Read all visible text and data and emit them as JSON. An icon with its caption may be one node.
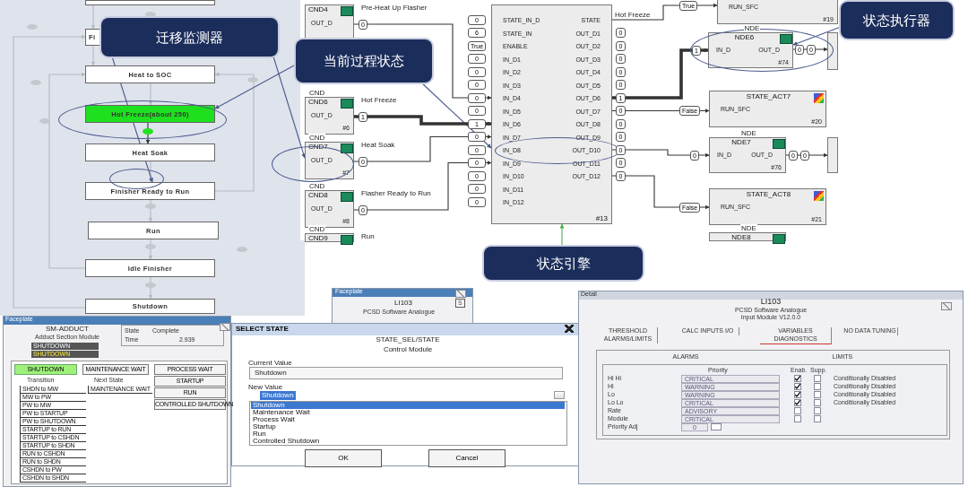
{
  "diagram": {
    "nodes": [
      {
        "text": [
          "迁移监测器"
        ]
      },
      {
        "text": [
          "当前过程状态"
        ]
      },
      {
        "text": [
          "状态执行器"
        ]
      },
      {
        "text": [
          "状态引擎"
        ]
      },
      {
        "text": [],
        "shape": "box"
      },
      {
        "text": [
          "Fi"
        ]
      },
      {
        "text": [
          "Heat to SOC"
        ]
      },
      {
        "text": [
          "Hot Freeze(about 250)"
        ]
      },
      {
        "text": [
          "Heat Soak"
        ]
      },
      {
        "text": [
          "Finisher Ready to Run"
        ]
      },
      {
        "text": [
          "Run"
        ]
      },
      {
        "text": [
          "Idle Finisher"
        ]
      },
      {
        "text": [
          "Shutdown"
        ]
      },
      {
        "text": [
          "CND4",
          "OUT_D"
        ],
        "beside": [
          "Pre-Heat Up Flasher"
        ]
      },
      {
        "text": [
          "CND6",
          "OUT_D",
          "#6"
        ],
        "beside": [
          "CND",
          "Hot Freeze"
        ]
      },
      {
        "text": [
          "CND7",
          "OUT_D",
          "#7"
        ],
        "beside": [
          "CND",
          "Heat Soak"
        ]
      },
      {
        "text": [
          "CND8",
          "OUT_D",
          "#8"
        ],
        "beside": [
          "CND",
          "Flasher Ready to Run"
        ]
      },
      {
        "text": [
          "CND9"
        ],
        "beside": [
          "CND",
          "Run"
        ]
      },
      {
        "text": [
          "STATE_IN_D",
          "STATE_IN",
          "ENABLE",
          "IN_D1",
          "IN_D2",
          "IN_D3",
          "IN_D4",
          "IN_D5",
          "IN_D6",
          "IN_D7",
          "IN_D8",
          "IN_D9",
          "IN_D10",
          "IN_D11",
          "IN_D12",
          "STATE",
          "OUT_D1",
          "OUT_D2",
          "OUT_D3",
          "OUT_D4",
          "OUT_D5",
          "OUT_D6",
          "OUT_D7",
          "OUT_D8",
          "OUT_D9",
          "OUT_D10",
          "OUT_D11",
          "OUT_D12",
          "#13"
        ]
      },
      {
        "text": [
          "RUN_SFC",
          "#19"
        ]
      },
      {
        "text": [
          "NDE6",
          "IN_D",
          "OUT_D",
          "#74"
        ],
        "beside": [
          "NDE"
        ]
      },
      {
        "text": [],
        "shape": "box"
      },
      {
        "text": [
          "STATE_ACT7",
          "RUN_SFC",
          "#20"
        ]
      },
      {
        "text": [
          "NDE7",
          "IN_D",
          "OUT_D",
          "#76"
        ],
        "beside": [
          "NDE"
        ]
      },
      {
        "text": [],
        "shape": "box"
      },
      {
        "text": [
          "STATE_ACT8",
          "RUN_SFC",
          "#21"
        ]
      },
      {
        "text": [
          "NDE8"
        ],
        "beside": [
          "NDE"
        ]
      }
    ],
    "edges": [
      {
        "from": 4,
        "to": 5,
        "arrow": "to",
        "color": "#b5b9c2"
      },
      {
        "from": 5,
        "to": 6,
        "arrow": "to",
        "color": "#b5b9c2"
      },
      {
        "from": 6,
        "to": 7,
        "arrow": "to",
        "color": "#b5b9c2"
      },
      {
        "from": 7,
        "to": 8,
        "arrow": "to"
      },
      {
        "from": 8,
        "to": 9,
        "arrow": "to",
        "color": "#b5b9c2"
      },
      {
        "from": 9,
        "to": 10,
        "arrow": "to",
        "color": "#b5b9c2"
      },
      {
        "from": 10,
        "to": 11,
        "arrow": "to",
        "color": "#b5b9c2"
      },
      {
        "from": 11,
        "to": 12,
        "arrow": "to",
        "color": "#b5b9c2"
      },
      {
        "from": 11,
        "to": 6,
        "arrow": "to",
        "color": "#b5b9c2"
      },
      {
        "from": 9,
        "to": 6,
        "arrow": "to",
        "color": "#b5b9c2"
      },
      {
        "from": 12,
        "to": 5,
        "arrow": "to",
        "color": "#b5b9c2"
      },
      {
        "from": 0,
        "to": 9,
        "arrow": "to",
        "color": "#4a5a8c"
      },
      {
        "from": 0,
        "to": 15,
        "arrow": "to",
        "color": "#4a5a8c"
      },
      {
        "from": 1,
        "to": 7,
        "arrow": "to",
        "color": "#4a5a8c"
      },
      {
        "from": 1,
        "to": 18,
        "arrow": "to",
        "color": "#4a5a8c"
      },
      {
        "from": 2,
        "to": 20,
        "arrow": "to",
        "color": "#4a5a8c"
      },
      {
        "from": 3,
        "to": 18,
        "arrow": "to",
        "color": "#4caf50"
      },
      {
        "from": 13,
        "to": 18,
        "arrow": "to",
        "label": "0"
      },
      {
        "from": 14,
        "to": 18,
        "arrow": "to",
        "label": "1",
        "style": "thick"
      },
      {
        "from": 15,
        "to": 18,
        "arrow": "to",
        "label": "0"
      },
      {
        "from": 16,
        "to": 18,
        "arrow": "to",
        "label": "0"
      },
      {
        "from": 18,
        "to": 19,
        "arrow": "to",
        "label": "True"
      },
      {
        "from": 18,
        "to": 20,
        "arrow": "to",
        "label": "1",
        "style": "thick"
      },
      {
        "from": 18,
        "to": 22,
        "arrow": "to",
        "label": "False"
      },
      {
        "from": 18,
        "to": 23,
        "arrow": "to",
        "label": "0"
      },
      {
        "from": 18,
        "to": 25,
        "arrow": "to",
        "label": "False"
      },
      {
        "from": 20,
        "to": 21,
        "arrow": "to"
      },
      {
        "from": 23,
        "to": 24,
        "arrow": "to"
      }
    ],
    "labels": [
      "Hot Freeze",
      "0",
      "6",
      "True",
      "0",
      "0",
      "0",
      "0",
      "0",
      "1",
      "0",
      "0",
      "0",
      "0",
      "0",
      "0",
      "0",
      "0",
      "0",
      "0",
      "0",
      "1",
      "0",
      "0",
      "0",
      "0",
      "0",
      "0",
      "0",
      "0",
      "0",
      "0",
      "Faceplate",
      "LI103",
      "PCSD Software Analogue",
      "S",
      "Faceplate",
      "SM-ADDUCT",
      "Adduct Section Module",
      "SHUTDOWN",
      "SHUTDOWN",
      "State",
      "Complete",
      "Time",
      "2.939",
      "SHUTDOWN",
      "MAINTENANCE WAIT",
      "PROCESS WAIT",
      "STARTUP",
      "RUN",
      "CONTROLLED SHUTDOWN",
      "Transition",
      "Next State",
      "SHDN to MW",
      "MAINTENANCE WAIT",
      "MW to PW",
      "PW to MW",
      "PW to STARTUP",
      "PW to SHUTDOWN",
      "STARTUP to RUN",
      "STARTUP to CSHDN",
      "STARTUP to SHDN",
      "RUN to CSHDN",
      "RUN to SHDN",
      "CSHDN to PW",
      "CSHDN to SHDN",
      "SELECT STATE",
      "STATE_SEL/STATE",
      "Control Module",
      "Current Value",
      "Shutdown",
      "New Value",
      "Shutdown",
      "Shutdown",
      "Maintenance Wait",
      "Process Wait",
      "Startup",
      "Run",
      "Controlled Shutdown",
      "OK",
      "Cancel",
      "Detail",
      "LI103",
      "PCSD Software Analogue",
      "Input Module V12.0.0",
      "THRESHOLD ALARMS/LIMITS",
      "CALC INPUTS I/O",
      "VARIABLES DIAGNOSTICS",
      "NO DATA TUNING",
      "ALARMS",
      "LIMITS",
      "Priority",
      "Enab.",
      "Supp.",
      "Hi Hi",
      "CRITICAL",
      "Conditionally Disabled",
      "Hi",
      "WARNING",
      "Conditionally Disabled",
      "Lo",
      "WARNING",
      "Conditionally Disabled",
      "Lo Lo",
      "CRITICAL",
      "Conditionally Disabled",
      "Rate",
      "ADVISORY",
      "Module",
      "CRITICAL",
      "Priority Adj",
      "0"
    ]
  }
}
